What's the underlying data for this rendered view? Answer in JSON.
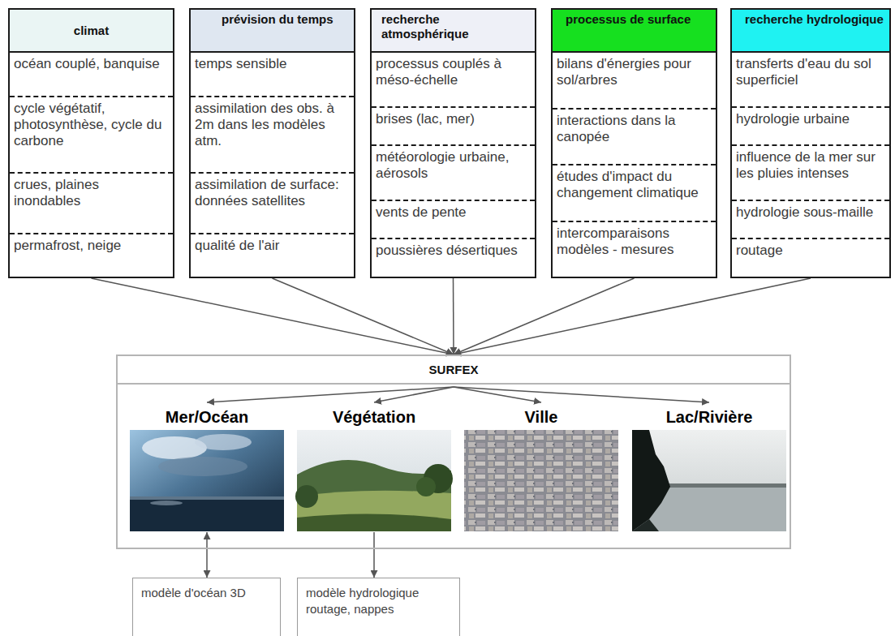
{
  "diagram": {
    "nodes": [
      {
        "text": [
          "climat",
          "océan couplé, banquise",
          "cycle végétatif, photosynthèse, cycle du carbone",
          "crues, plaines inondables",
          "permafrost, neige"
        ]
      },
      {
        "text": [
          "prévision du temps",
          "temps sensible",
          "assimilation des obs. à 2m dans les modèles atm.",
          "assimilation de surface: données satellites",
          "qualité de l'air"
        ]
      },
      {
        "text": [
          "recherche atmosphérique",
          "processus couplés à méso-échelle",
          "brises (lac, mer)",
          "météorologie urbaine, aérosols",
          "vents de pente",
          "poussières désertiques"
        ]
      },
      {
        "text": [
          "processus de surface",
          "bilans d'énergies pour sol/arbres",
          "interactions dans la canopée",
          "études d'impact du changement climatique",
          "intercomparaisons modèles - mesures"
        ]
      },
      {
        "text": [
          "recherche hydrologique",
          "transferts d'eau du sol superficiel",
          "hydrologie urbaine",
          "influence de la mer sur les pluies intenses",
          "hydrologie sous-maille",
          "routage"
        ]
      },
      {
        "text": [
          "SURFEX"
        ]
      },
      {
        "text": [
          "Mer/Océan"
        ],
        "in": 5
      },
      {
        "text": [
          "Végétation"
        ],
        "in": 5
      },
      {
        "text": [
          "Ville"
        ],
        "in": 5
      },
      {
        "text": [
          "Lac/Rivière"
        ],
        "in": 5
      },
      {
        "text": [
          "modèle d'océan 3D"
        ]
      },
      {
        "text": [
          "modèle hydrologique routage, nappes"
        ]
      }
    ],
    "edges": [
      {
        "from": 0,
        "to": 5,
        "arrow": "to"
      },
      {
        "from": 1,
        "to": 5,
        "arrow": "to"
      },
      {
        "from": 2,
        "to": 5,
        "arrow": "to"
      },
      {
        "from": 3,
        "to": 5,
        "arrow": "to"
      },
      {
        "from": 4,
        "to": 5,
        "arrow": "to"
      },
      {
        "from": 5,
        "to": 6,
        "arrow": "to"
      },
      {
        "from": 5,
        "to": 7,
        "arrow": "to"
      },
      {
        "from": 5,
        "to": 8,
        "arrow": "to"
      },
      {
        "from": 5,
        "to": 9,
        "arrow": "to"
      },
      {
        "from": 6,
        "to": 10,
        "arrow": "both"
      },
      {
        "from": 7,
        "to": 11,
        "arrow": "to"
      }
    ]
  }
}
